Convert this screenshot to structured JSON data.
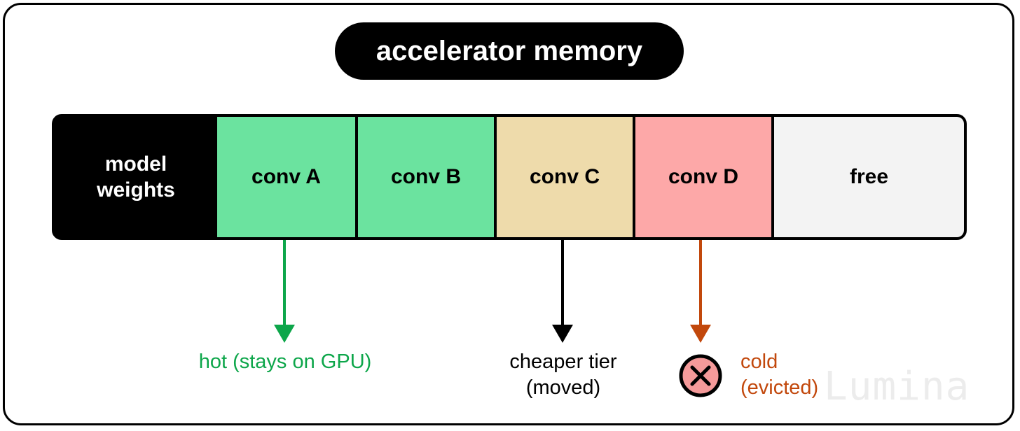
{
  "title": "accelerator memory",
  "segments": {
    "weights_line1": "model",
    "weights_line2": "weights",
    "conv_a": "conv A",
    "conv_b": "conv B",
    "conv_c": "conv C",
    "conv_d": "conv D",
    "free": "free"
  },
  "annotations": {
    "hot": "hot (stays on GPU)",
    "cheaper_line1": "cheaper tier",
    "cheaper_line2": "(moved)",
    "cold_line1": "cold",
    "cold_line2": "(evicted)"
  },
  "icons": {
    "evicted": "x-circle-icon"
  },
  "watermark": "Lumina",
  "colors": {
    "hot": "#0da64a",
    "cheaper": "#000000",
    "cold": "#c2480c",
    "conv_green": "#6be39f",
    "conv_tan": "#eedbab",
    "conv_pink": "#fda8a8",
    "free": "#f3f3f3"
  }
}
